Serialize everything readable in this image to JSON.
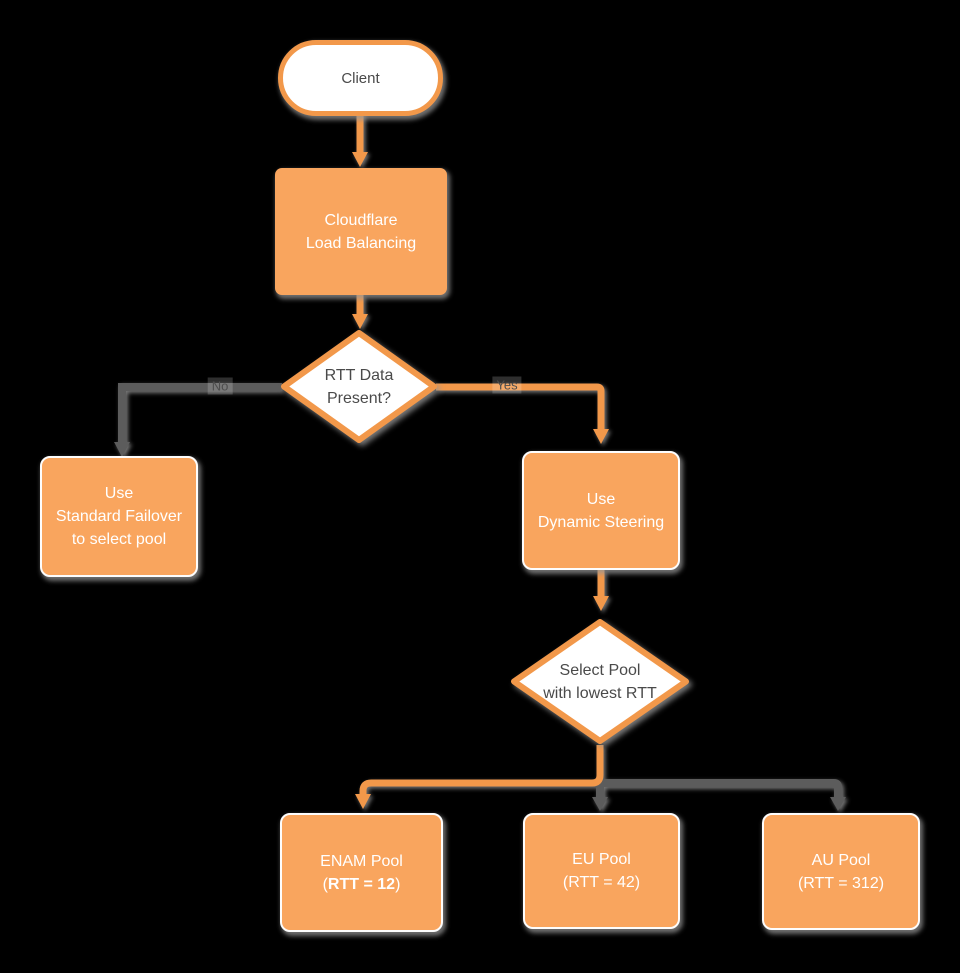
{
  "colors": {
    "background": "#000000",
    "orange_fill": "#F9A55E",
    "orange_line": "#F2984A",
    "gray_line": "#5C5C5C",
    "dark_text": "#4A4A4A",
    "shadow": "#9E9E9E"
  },
  "nodes": {
    "client": {
      "label": "Client"
    },
    "cloudflare_lb": {
      "line1": "Cloudflare",
      "line2": "Load Balancing"
    },
    "rtt_decision": {
      "line1": "RTT Data",
      "line2": "Present?"
    },
    "standard_failover": {
      "line1": "Use",
      "line2": "Standard Failover",
      "line3": "to select pool"
    },
    "dynamic_steering": {
      "line1": "Use",
      "line2": "Dynamic Steering"
    },
    "select_pool": {
      "line1": "Select Pool",
      "line2": "with lowest RTT"
    },
    "enam_pool": {
      "line1": "ENAM Pool",
      "line2_open": "(",
      "line2_bold": "RTT = 12",
      "line2_close": ")"
    },
    "eu_pool": {
      "line1": "EU Pool",
      "line2": "(RTT = 42)"
    },
    "au_pool": {
      "line1": "AU Pool",
      "line2": "(RTT = 312)"
    }
  },
  "edge_labels": {
    "no": "No",
    "yes": "Yes"
  }
}
